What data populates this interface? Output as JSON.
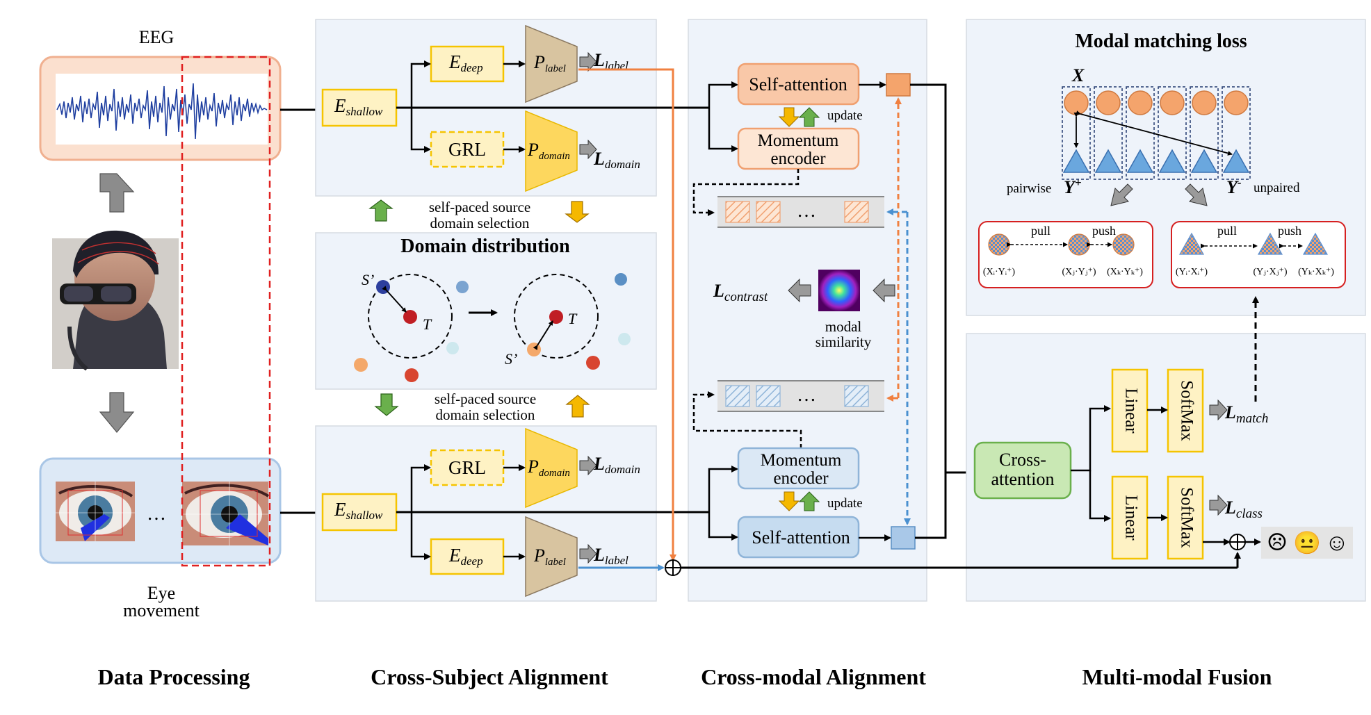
{
  "data_processing": {
    "eeg_label": "EEG",
    "eye_label_line1": "Eye",
    "eye_label_line2": "movement",
    "ellipsis": "…"
  },
  "cross_subject": {
    "e_shallow": "E",
    "e_shallow_sub": "shallow",
    "e_deep": "E",
    "e_deep_sub": "deep",
    "grl": "GRL",
    "p_label": "P",
    "p_label_sub": "label",
    "p_domain": "P",
    "p_domain_sub": "domain",
    "l_label": "L",
    "l_label_sub": "label",
    "l_domain": "L",
    "l_domain_sub": "domain",
    "selection_top_1": "self-paced source",
    "selection_top_2": "domain selection",
    "selection_bottom_1": "self-paced source",
    "selection_bottom_2": "domain selection",
    "domain_title": "Domain distribution",
    "s_prime": "S’",
    "t": "T"
  },
  "cross_modal": {
    "self_attention": "Self-attention",
    "momentum_1": "Momentum",
    "momentum_2": "encoder",
    "update": "update",
    "queue_ellipsis": "…",
    "l_contrast": "L",
    "l_contrast_sub": "contrast",
    "modal_sim_1": "modal",
    "modal_sim_2": "similarity"
  },
  "fusion": {
    "matching_title": "Modal matching loss",
    "x_label": "X",
    "pairwise": "pairwise",
    "y_plus": "Y",
    "y_plus_sup": "+",
    "y_minus": "Y",
    "y_minus_sup": "-",
    "unpaired": "unpaired",
    "pull": "pull",
    "push": "push",
    "pair_left": [
      "(Xᵢ·Yᵢ⁺)",
      "(Xⱼ·Yⱼ⁺)",
      "(Xₖ·Yₖ⁺)"
    ],
    "pair_right": [
      "(Yᵢ·Xᵢ⁺)",
      "(Yⱼ·Xⱼ⁺)",
      "(Yₖ·Xₖ⁺)"
    ],
    "cross_1": "Cross-",
    "cross_2": "attention",
    "linear": "Linear",
    "softmax": "SoftMax",
    "l_match": "L",
    "l_match_sub": "match",
    "l_class": "L",
    "l_class_sub": "class",
    "faces": [
      "☹",
      "😐",
      "☺"
    ]
  },
  "section_titles": [
    "Data Processing",
    "Cross-Subject Alignment",
    "Cross-modal Alignment",
    "Multi-modal Fusion"
  ],
  "colors": {
    "yellow_fill": "#fef2c4",
    "yellow_stroke": "#f5c400",
    "orange_fill": "#f9c8a8",
    "orange_stroke": "#f0a070",
    "blue_fill": "#c6dcf0",
    "blue_stroke": "#8fb4d8",
    "green_fill": "#c9e8b4",
    "green_stroke": "#6ab04c",
    "panel_fill": "#eef3fa",
    "red_dash": "#e02020"
  }
}
